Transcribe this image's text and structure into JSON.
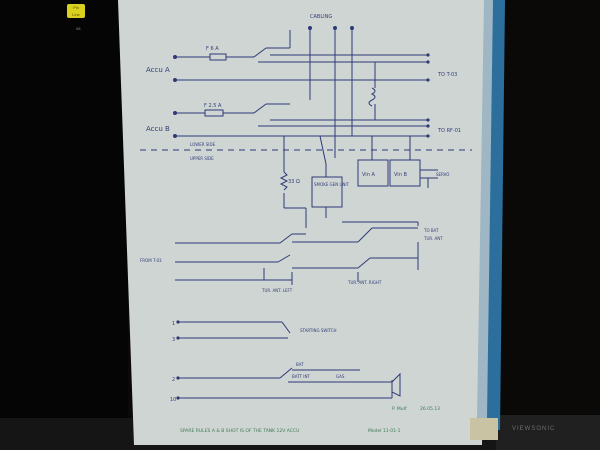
{
  "sticker": {
    "line1": "Pin",
    "line2": "Line",
    "sub": "08"
  },
  "brand": "VIEWSONIC",
  "labels": {
    "cabling": "CABLING",
    "accu_a": "Accu A",
    "accu_b": "Accu B",
    "fuse_a": "F 6 A",
    "fuse_b": "F 2.5 A",
    "to_t03": "TO T-03",
    "to_rf01": "TO RF-01",
    "lower_side": "LOWER SIDE",
    "upper_side": "UPPER SIDE",
    "smoke_gen": "SMOKE GEN UNIT",
    "resistor": "33 Ω",
    "vin_a": "Vin A",
    "vin_b": "Vin B",
    "servo": "SERVO",
    "to_bat": "TO BAT",
    "tur_ant": "TUR. ANT",
    "from_t03": "FROM T-03",
    "tur_ant_left": "TUR. ANT. LEFT",
    "tur_ant_right": "TUR. ANT. RIGHT",
    "starting_switch": "STARTING SWITCH",
    "bat": "BAT",
    "batt_int": "BATT INT",
    "gas": "GAS",
    "footer_note": "SPARE RULES A & B SHOT IS OF THE TANK 12V ACCU",
    "footer_model": "Model 11-01-1",
    "signature": "P. Mulf",
    "sig_date": "26.05.13",
    "pin_1": "1",
    "pin_3": "3",
    "pin_2": "2",
    "pin_10": "10"
  }
}
